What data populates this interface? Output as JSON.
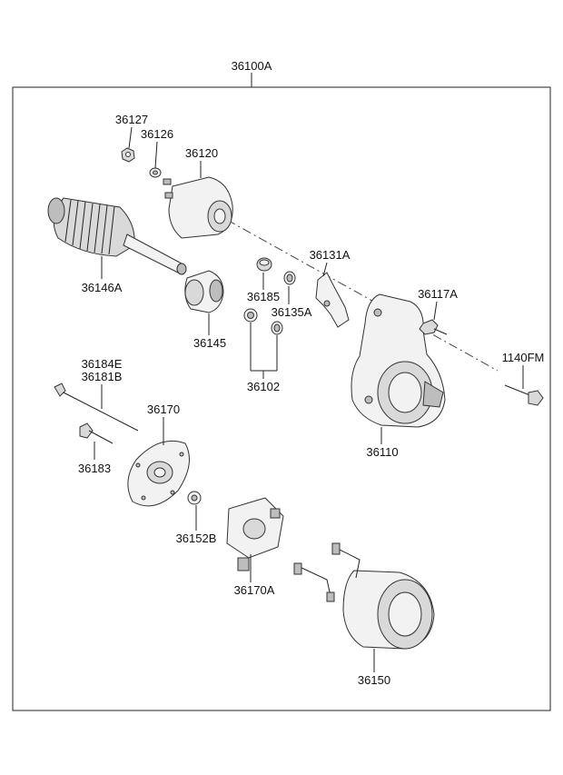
{
  "diagram": {
    "assembly_label": "36100A",
    "labels": {
      "p36127": "36127",
      "p36126": "36126",
      "p36120": "36120",
      "p36146A": "36146A",
      "p36131A": "36131A",
      "p36117A": "36117A",
      "p36185": "36185",
      "p36135A": "36135A",
      "p36145": "36145",
      "p36102": "36102",
      "p1140FM": "1140FM",
      "p36184E": "36184E",
      "p36181B": "36181B",
      "p36170": "36170",
      "p36110": "36110",
      "p36183": "36183",
      "p36152B": "36152B",
      "p36170A": "36170A",
      "p36150": "36150"
    }
  }
}
